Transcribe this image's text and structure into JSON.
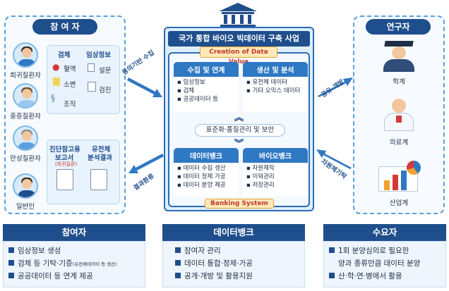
{
  "left_panel": {
    "title": "참 여 자",
    "people": [
      "희귀질환자",
      "중증질환자",
      "만성질환자",
      "일반인"
    ],
    "col1_title": "검체",
    "col2_title": "임상정보",
    "items": [
      "혈액",
      "설문",
      "소변",
      "검진",
      "조직"
    ],
    "doc1_lines": [
      "진단참고용",
      "보고서",
      "(희귀질환)"
    ],
    "doc2_lines": [
      "유전체",
      "분석결과"
    ]
  },
  "center": {
    "title": "국가 통합 바이오 빅데이터 구축 사업",
    "creation_tag": "Creation of Data Value",
    "box1_title": "수집 및 연계",
    "box1_items": [
      "임상정보",
      "검체",
      "공공데이터 등"
    ],
    "box2_title": "생산 및 분석",
    "box2_items": [
      "유전체 데이터",
      "기타 오믹스 데이터"
    ],
    "middle_label": "표준화·품질관리 및 보안",
    "box3_title": "데이터뱅크",
    "box3_items": [
      "데이터 수집 생산",
      "데이터 정제 가공",
      "데이터 분양 제공"
    ],
    "box4_title": "바이오뱅크",
    "box4_items": [
      "자원제작",
      "이력관리",
      "저장관리"
    ],
    "banking_tag": "Banking System"
  },
  "arrows": {
    "left_top": "동의기반 수집",
    "left_bottom": "결과환류",
    "right_top": "공유·개방",
    "right_bottom": "자원제기탁"
  },
  "right_panel": {
    "title": "연구자",
    "groups": [
      "학계",
      "의료계",
      "산업계"
    ]
  },
  "bottom": {
    "col1_title": "참여자",
    "col1_lines": [
      "임상정보 생성",
      "검체 등 기탁·기증",
      "공공데이터 등 연계 제공"
    ],
    "col1_small": "(유전체데이터 등 생산)",
    "col2_title": "데이터뱅크",
    "col2_lines": [
      "참여자 관리",
      "데이터 통합·정제·가공",
      "공개·개방 및 활용지원"
    ],
    "col3_title": "수요자",
    "col3_lines": [
      "1회 분양심의로 필요한",
      "양과 종류만큼 데이터 분양",
      "산·학·연·병에서 활용"
    ]
  },
  "colors": {
    "primary": "#1f4e8c",
    "accent": "#2f78c4",
    "tag_bg": "#ffe9b8"
  }
}
